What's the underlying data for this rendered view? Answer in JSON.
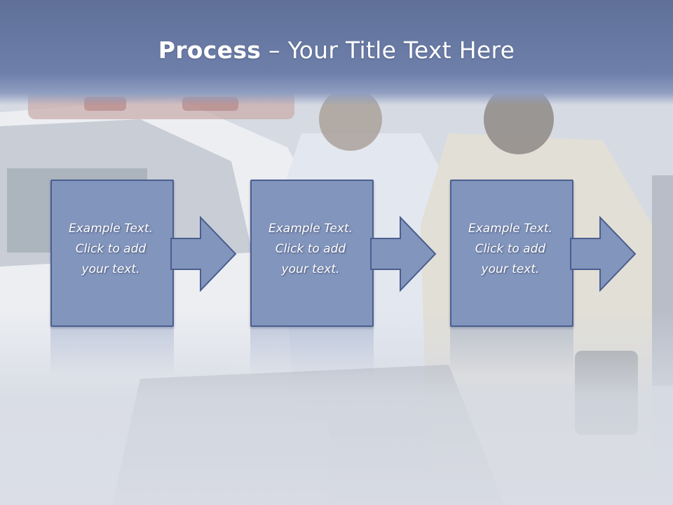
{
  "title": {
    "bold": "Process",
    "rest": " – Your Title Text Here"
  },
  "steps": [
    {
      "lines": [
        "Example Text.",
        "Click  to add",
        "your text."
      ]
    },
    {
      "lines": [
        "Example Text.",
        "Click  to add",
        "your text."
      ]
    },
    {
      "lines": [
        "Example Text.",
        "Click  to add",
        "your text."
      ]
    }
  ],
  "colors": {
    "title_band": "#6e80aa",
    "box_fill": "#8295bd",
    "box_border": "#4b5e8e",
    "text": "#ffffff"
  }
}
